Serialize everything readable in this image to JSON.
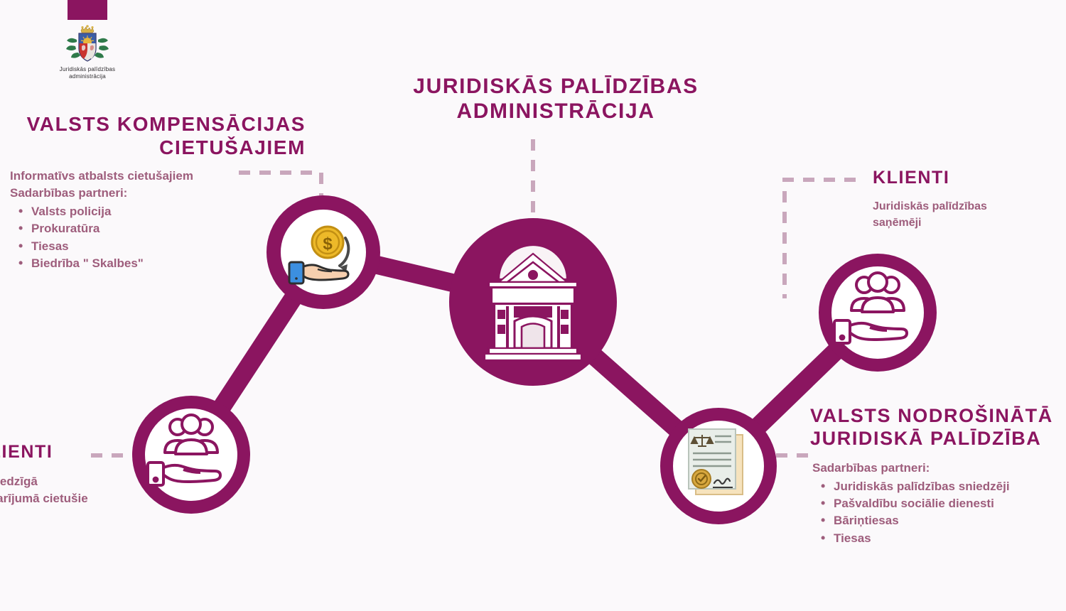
{
  "meta": {
    "bg_color": "#fbf9fb",
    "brand_color": "#8b1560",
    "body_text_color": "#9e5d7c",
    "dash_color": "#c9a7bc"
  },
  "logo": {
    "bar_name": "magenta-bar",
    "crest_name": "latvia-coat-of-arms",
    "line1": "Juridiskās palīdzības",
    "line2": "administrācija"
  },
  "center": {
    "title": "JURIDISKĀS PALĪDZĪBAS ADMINISTRĀCIJA",
    "icon": "government-building-icon"
  },
  "top_left": {
    "title": "VALSTS KOMPENSĀCIJAS CIETUŠAJIEM",
    "lead1": "Informatīvs atbalsts cietušajiem",
    "lead2": "Sadarbības partneri:",
    "partners": [
      "Valsts policija",
      "Prokuratūra",
      "Tiesas",
      "Biedrība \" Skalbes\""
    ],
    "icon": "hand-money-refund-icon"
  },
  "top_right": {
    "title": "KLIENTI",
    "lead1": "Juridiskās palīdzības",
    "lead2": "saņēmēji",
    "icon": "hand-people-icon"
  },
  "bottom_left": {
    "title": "KLIENTI",
    "lead1": "Noziedzīgā",
    "lead2": "nodarījumā cietušie",
    "icon": "hand-people-icon"
  },
  "bottom_right": {
    "title": "VALSTS NODROŠINĀTĀ JURIDISKĀ PALĪDZĪBA",
    "lead1": "Sadarbības partneri:",
    "partners": [
      "Juridiskās palīdzības sniedzēji",
      "Pašvaldību sociālie dienesti",
      "Bāriņtiesas",
      "Tiesas"
    ],
    "icon": "legal-document-seal-icon"
  }
}
